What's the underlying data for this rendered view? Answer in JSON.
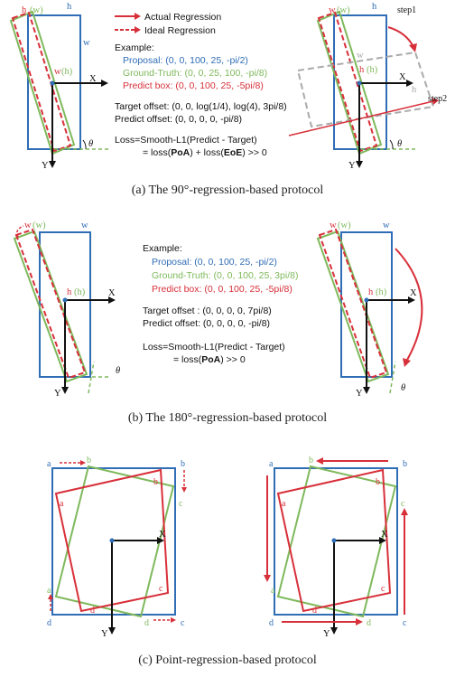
{
  "panel_a": {
    "legend": {
      "actual": "Actual Regression",
      "ideal": "Ideal Regression"
    },
    "example_title": "Example:",
    "proposal": "Proposal: (0, 0, 100, 25, -pi/2)",
    "gt": "Ground-Truth: (0, 0, 25, 100, -pi/8)",
    "predict": "Predict box: (0, 0, 100, 25, -5pi/8)",
    "target_offset": "Target offset: (0, 0, log(1/4), log(4), 3pi/8)",
    "predict_offset": "Predict offset: (0, 0, 0, 0, -pi/8)",
    "loss_line1": "Loss=Smooth-L1(Predict - Target)",
    "loss_line2_pre": "= loss(",
    "loss_poa": "PoA",
    "loss_mid": ") + loss(",
    "loss_eoe": "EoE",
    "loss_post": ") >> 0",
    "step1": "step1",
    "step2": "step2",
    "caption": "(a)  The 90°-regression-based protocol"
  },
  "panel_b": {
    "example_title": "Example:",
    "proposal": "Proposal: (0, 0, 100, 25, -pi/2)",
    "gt": "Ground-Truth: (0, 0, 100, 25, 3pi/8)",
    "predict": "Predict box: (0, 0, 100, 25, -5pi/8)",
    "target_offset": "Target offset : (0, 0, 0, 0, 7pi/8)",
    "predict_offset": "Predict offset: (0, 0, 0, 0, -pi/8)",
    "loss_line1": "Loss=Smooth-L1(Predict - Target)",
    "loss_line2_pre": "= loss(",
    "loss_poa": "PoA",
    "loss_post": ") >> 0",
    "caption": "(b)  The 180°-regression-based protocol"
  },
  "panel_c": {
    "caption": "(c)  Point-regression-based protocol"
  },
  "labels": {
    "h": "h",
    "w": "w",
    "hh": "(h)",
    "ww": "(w)",
    "X": "X",
    "Y": "Y",
    "theta": "θ",
    "a": "a",
    "b": "b",
    "c": "c",
    "d": "d"
  },
  "colors": {
    "proposal": "#2f6db5",
    "gt": "#7fb95c",
    "predict": "#d8303a"
  }
}
